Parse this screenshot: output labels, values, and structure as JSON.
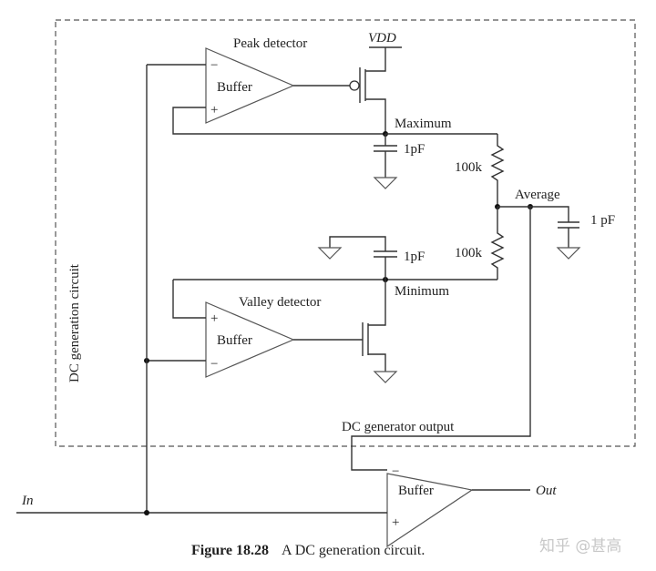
{
  "figure": {
    "caption_number": "Figure 18.28",
    "caption_text": "A DC generation circuit.",
    "watermark": "知乎 @甚高"
  },
  "blocks": {
    "dc_generation_circuit_label": "DC generation circuit",
    "peak_detector_label": "Peak detector",
    "valley_detector_label": "Valley detector",
    "dc_generator_output_label": "DC generator output"
  },
  "buffers": {
    "peak": {
      "label": "Buffer",
      "minus": "−",
      "plus": "+"
    },
    "valley": {
      "label": "Buffer",
      "minus": "−",
      "plus": "+"
    },
    "output": {
      "label": "Buffer",
      "minus": "−",
      "plus": "+"
    }
  },
  "nodes": {
    "vdd": "VDD",
    "maximum": "Maximum",
    "minimum": "Minimum",
    "average": "Average",
    "input": "In",
    "output": "Out"
  },
  "components": {
    "cap_max": "1pF",
    "cap_min": "1pF",
    "cap_avg": "1 pF",
    "res_top": "100k",
    "res_bottom": "100k"
  }
}
